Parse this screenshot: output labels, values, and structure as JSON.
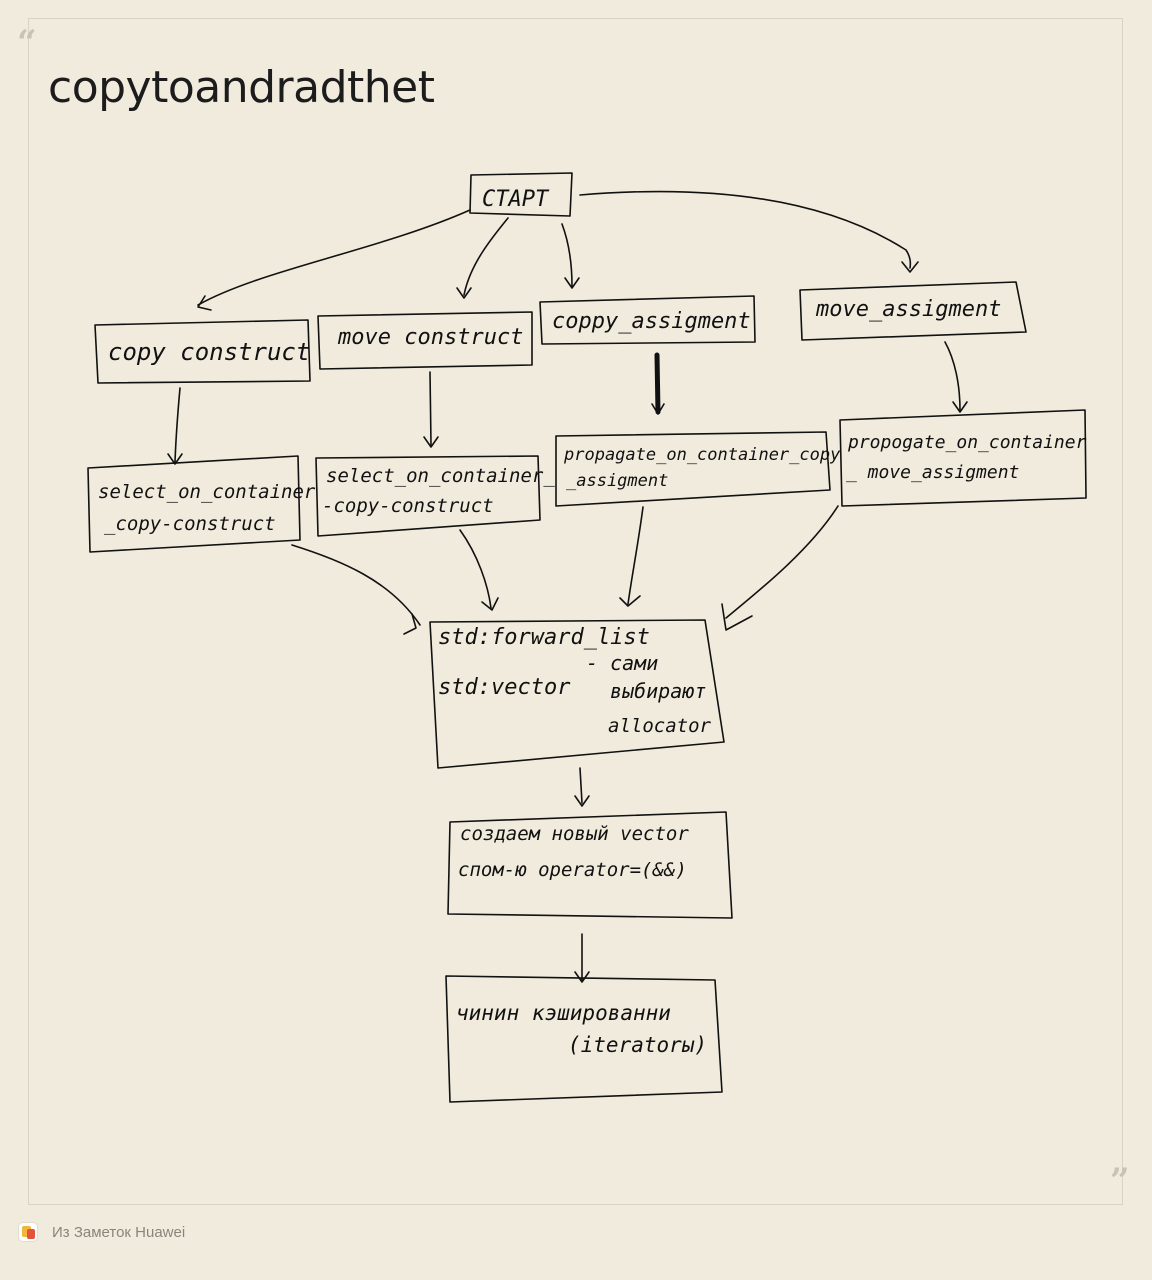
{
  "note": {
    "title": "copytoandradthet"
  },
  "diagram": {
    "start": "СТАРТ",
    "copy_construct": "copy construct",
    "move_construct": "move construct",
    "copy_assignment": "coppy_assigment",
    "move_assignment": "move_assigment",
    "select_copy_1a": "select_on_container",
    "select_copy_1b": "_copy-construct",
    "select_copy_2a": "select_on_container_",
    "select_copy_2b": "-copy-construct",
    "propagate_copy_a": "propagate_on_container_copy",
    "propagate_copy_b": "_assigment",
    "propagate_move_a": "propogate_on_container",
    "propagate_move_b": "_ move_assigment",
    "lists_forward": "std:forward_list",
    "lists_vector": "std:vector",
    "lists_note_a": "- сами",
    "lists_note_b": "выбирают",
    "lists_note_c": "allocator",
    "create_a": "создаем новый vector",
    "create_b": "спом-ю operator=(&&)",
    "iter_a": "чинин кэшированни",
    "iter_b": "(iteratorы)"
  },
  "footer": {
    "source": "Из Заметок Huawei",
    "icon": "huawei-notes-icon"
  }
}
